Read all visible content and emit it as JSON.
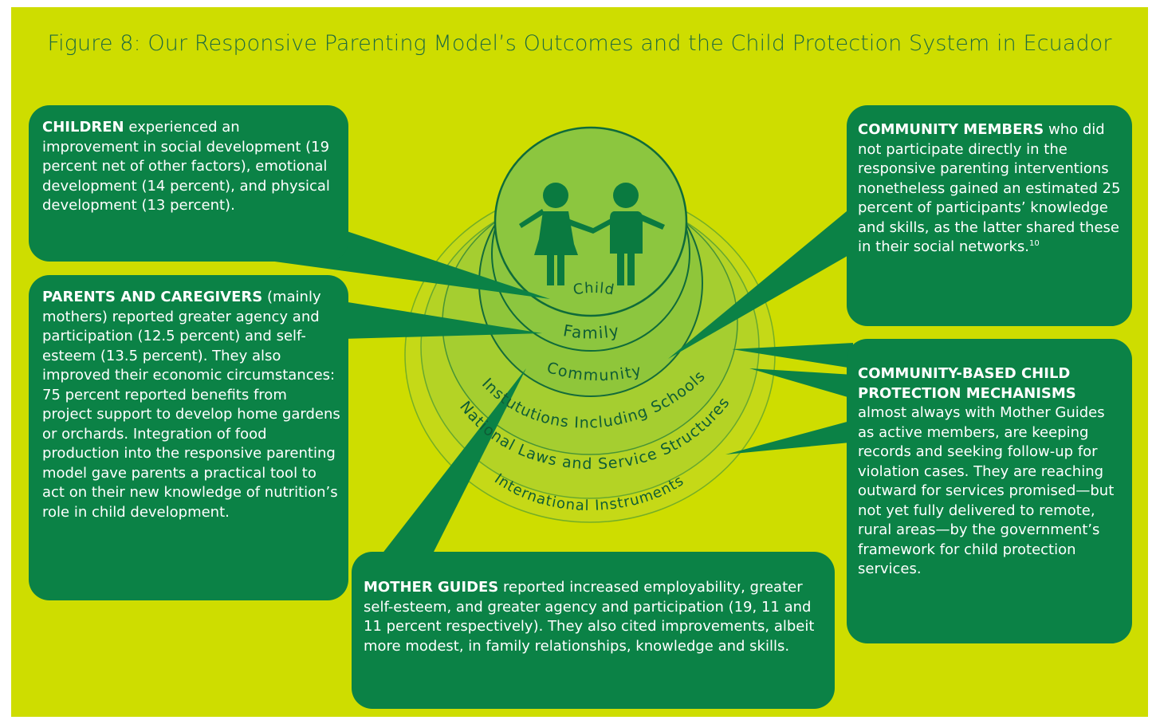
{
  "title": "Figure 8: Our Responsive Parenting Model’s Outcomes and the Child Protection System in Ecuador",
  "rings": [
    "Child",
    "Family",
    "Community",
    "Instututions Including Schools",
    "National Laws and Service Structures",
    "International Instruments"
  ],
  "boxes": {
    "children": {
      "heading": "CHILDREN",
      "text": " experienced an improvement in social development (19 percent net of other factors), emotional development (14 percent), and physical development (13 percent)."
    },
    "parents": {
      "heading": "PARENTS AND CAREGIVERS",
      "text": " (mainly mothers) reported greater agency and participation (12.5 percent) and self-esteem (13.5 percent). They also improved their economic circumstances: 75 percent reported benefits from project support to develop home gardens or orchards. Integration of food production into the responsive parenting model gave parents a practical tool to act on their new knowledge of nutrition’s role in child development."
    },
    "community_members": {
      "heading": "COMMUNITY MEMBERS",
      "text": " who did not participate directly in the responsive parenting interventions nonetheless gained an estimated 25 percent of participants’ knowledge and skills, as the latter shared these in their social networks.",
      "footnote": "10"
    },
    "cbcpm": {
      "heading": "COMMUNITY-BASED CHILD PROTECTION MECHANISMS",
      "text": " almost always with Mother Guides as active members, are keeping records and seeking follow-up for violation cases. They are reaching  outward for services promised—but not yet fully delivered to remote, rural areas—by the government’s framework for child protection services."
    },
    "mother_guides": {
      "heading": "MOTHER GUIDES",
      "text": " reported increased employability, greater self-esteem, and greater agency and participation (19, 11 and 11 percent respectively). They also cited improvements, albeit more modest, in family relationships, knowledge and skills."
    }
  },
  "colors": {
    "background": "#cedd00",
    "box": "#0b8246",
    "title": "#1e6a40",
    "inner_circle": "#8cc63f",
    "ring_stroke": "#0f6b3a"
  }
}
